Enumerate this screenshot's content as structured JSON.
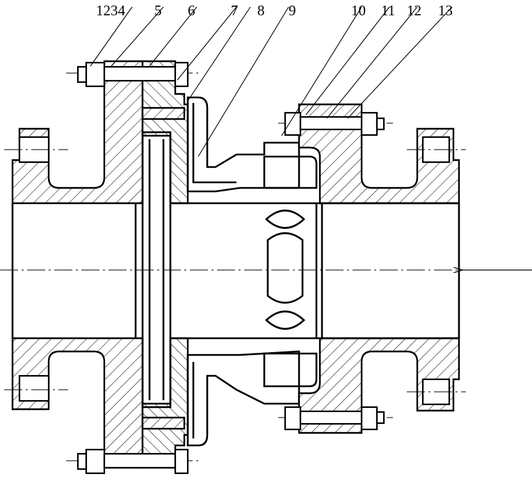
{
  "callouts": [
    {
      "id": "1234",
      "label": "1234"
    },
    {
      "id": "5",
      "label": "5"
    },
    {
      "id": "6",
      "label": "6"
    },
    {
      "id": "7",
      "label": "7"
    },
    {
      "id": "8",
      "label": "8"
    },
    {
      "id": "9",
      "label": "9"
    },
    {
      "id": "10",
      "label": "10"
    },
    {
      "id": "11",
      "label": "11"
    },
    {
      "id": "12",
      "label": "12"
    },
    {
      "id": "13",
      "label": "13"
    }
  ],
  "flow_arrow": {
    "direction": "right-to-left"
  }
}
